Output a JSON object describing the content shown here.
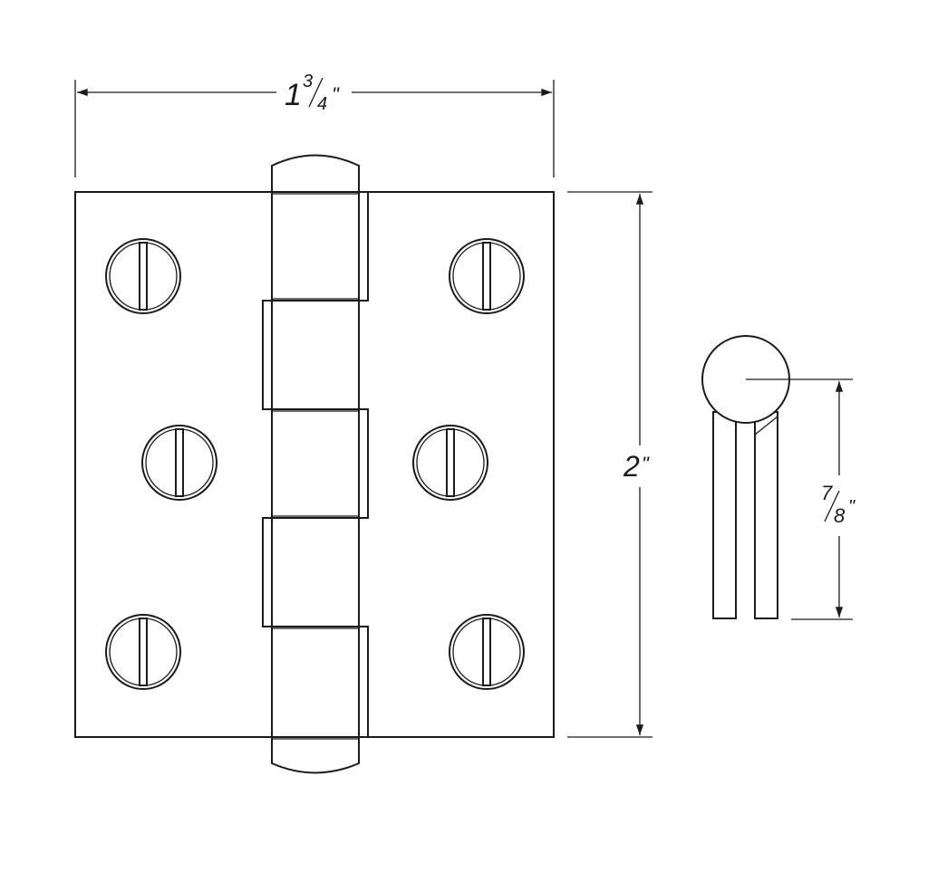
{
  "dimensions": {
    "width": {
      "whole": "1",
      "numerator": "3",
      "denominator": "4",
      "unit": "\""
    },
    "height": {
      "whole": "2",
      "unit": "\""
    },
    "pin_offset": {
      "numerator": "7",
      "denominator": "8",
      "unit": "\""
    }
  },
  "colors": {
    "line": "#1a1a1a",
    "background": "#ffffff"
  }
}
